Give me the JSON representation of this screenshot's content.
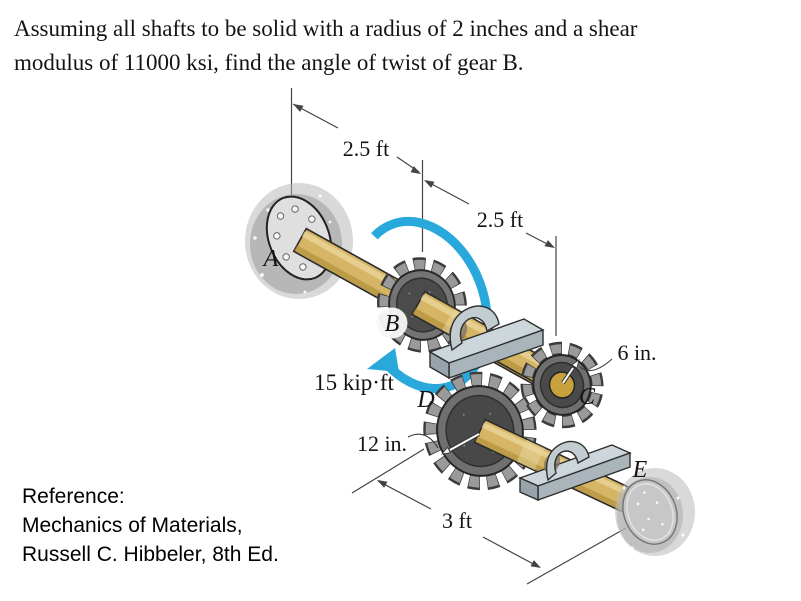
{
  "problem": {
    "line1": "Assuming all shafts to be solid with a radius of 2 inches and a shear",
    "line2": "modulus of 11000 ksi, find the angle of twist of gear B."
  },
  "reference": {
    "heading": "Reference:",
    "source": "Mechanics of Materials,",
    "author_edition": "Russell C. Hibbeler,  8th Ed."
  },
  "diagram": {
    "labels": {
      "a": "A",
      "b": "B",
      "c": "C",
      "d": "D",
      "e": "E"
    },
    "dimensions": {
      "ab": "2.5 ft",
      "bc": "2.5 ft",
      "de": "3 ft",
      "radius_c": "6 in.",
      "radius_d": "12 in."
    },
    "torque_label": "15 kip·ft",
    "colors": {
      "shaft": "#D6B566",
      "gear_body": "#6F6F6F",
      "gear_teeth": "#9A9A9A",
      "torque_arrow": "#29A8DC",
      "bearing": "#C3CDD2",
      "wall": "#B3B3B3"
    }
  }
}
